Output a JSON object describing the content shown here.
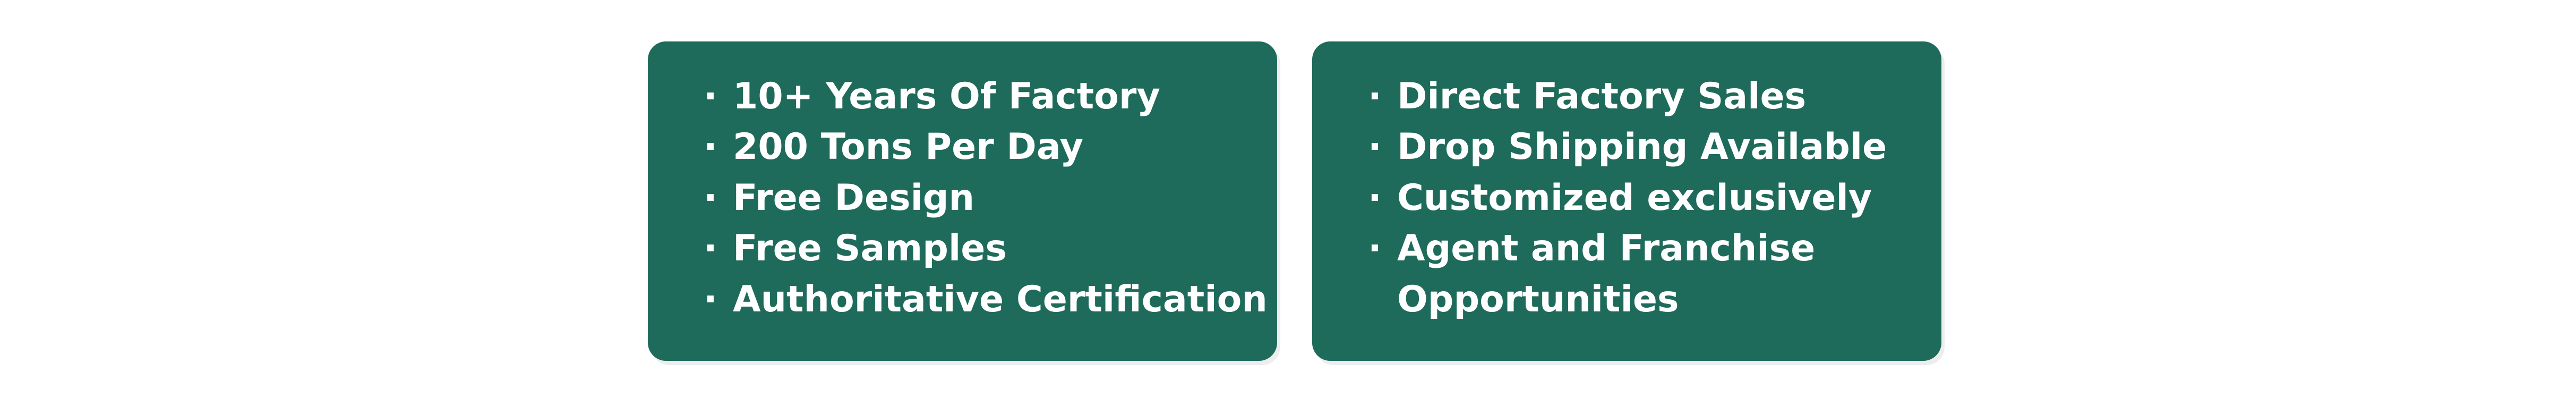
{
  "left_card": {
    "items": [
      {
        "bullet": "·",
        "text": "10+ Years Of Factory"
      },
      {
        "bullet": "·",
        "text": "200 Tons Per Day"
      },
      {
        "bullet": "·",
        "text": "Free Design"
      },
      {
        "bullet": "·",
        "text": "Free Samples"
      },
      {
        "bullet": "·",
        "text": "Authoritative Certification"
      }
    ]
  },
  "right_card": {
    "items": [
      {
        "bullet": "·",
        "text": "Direct Factory Sales"
      },
      {
        "bullet": "·",
        "text": "Drop Shipping Available"
      },
      {
        "bullet": "·",
        "text": "Customized exclusively"
      },
      {
        "bullet": "·",
        "text": "Agent and Franchise\nOpportunities"
      }
    ]
  },
  "colors": {
    "card_background": "#1f6b5b",
    "text": "#ffffff",
    "page_background": "#ffffff"
  }
}
